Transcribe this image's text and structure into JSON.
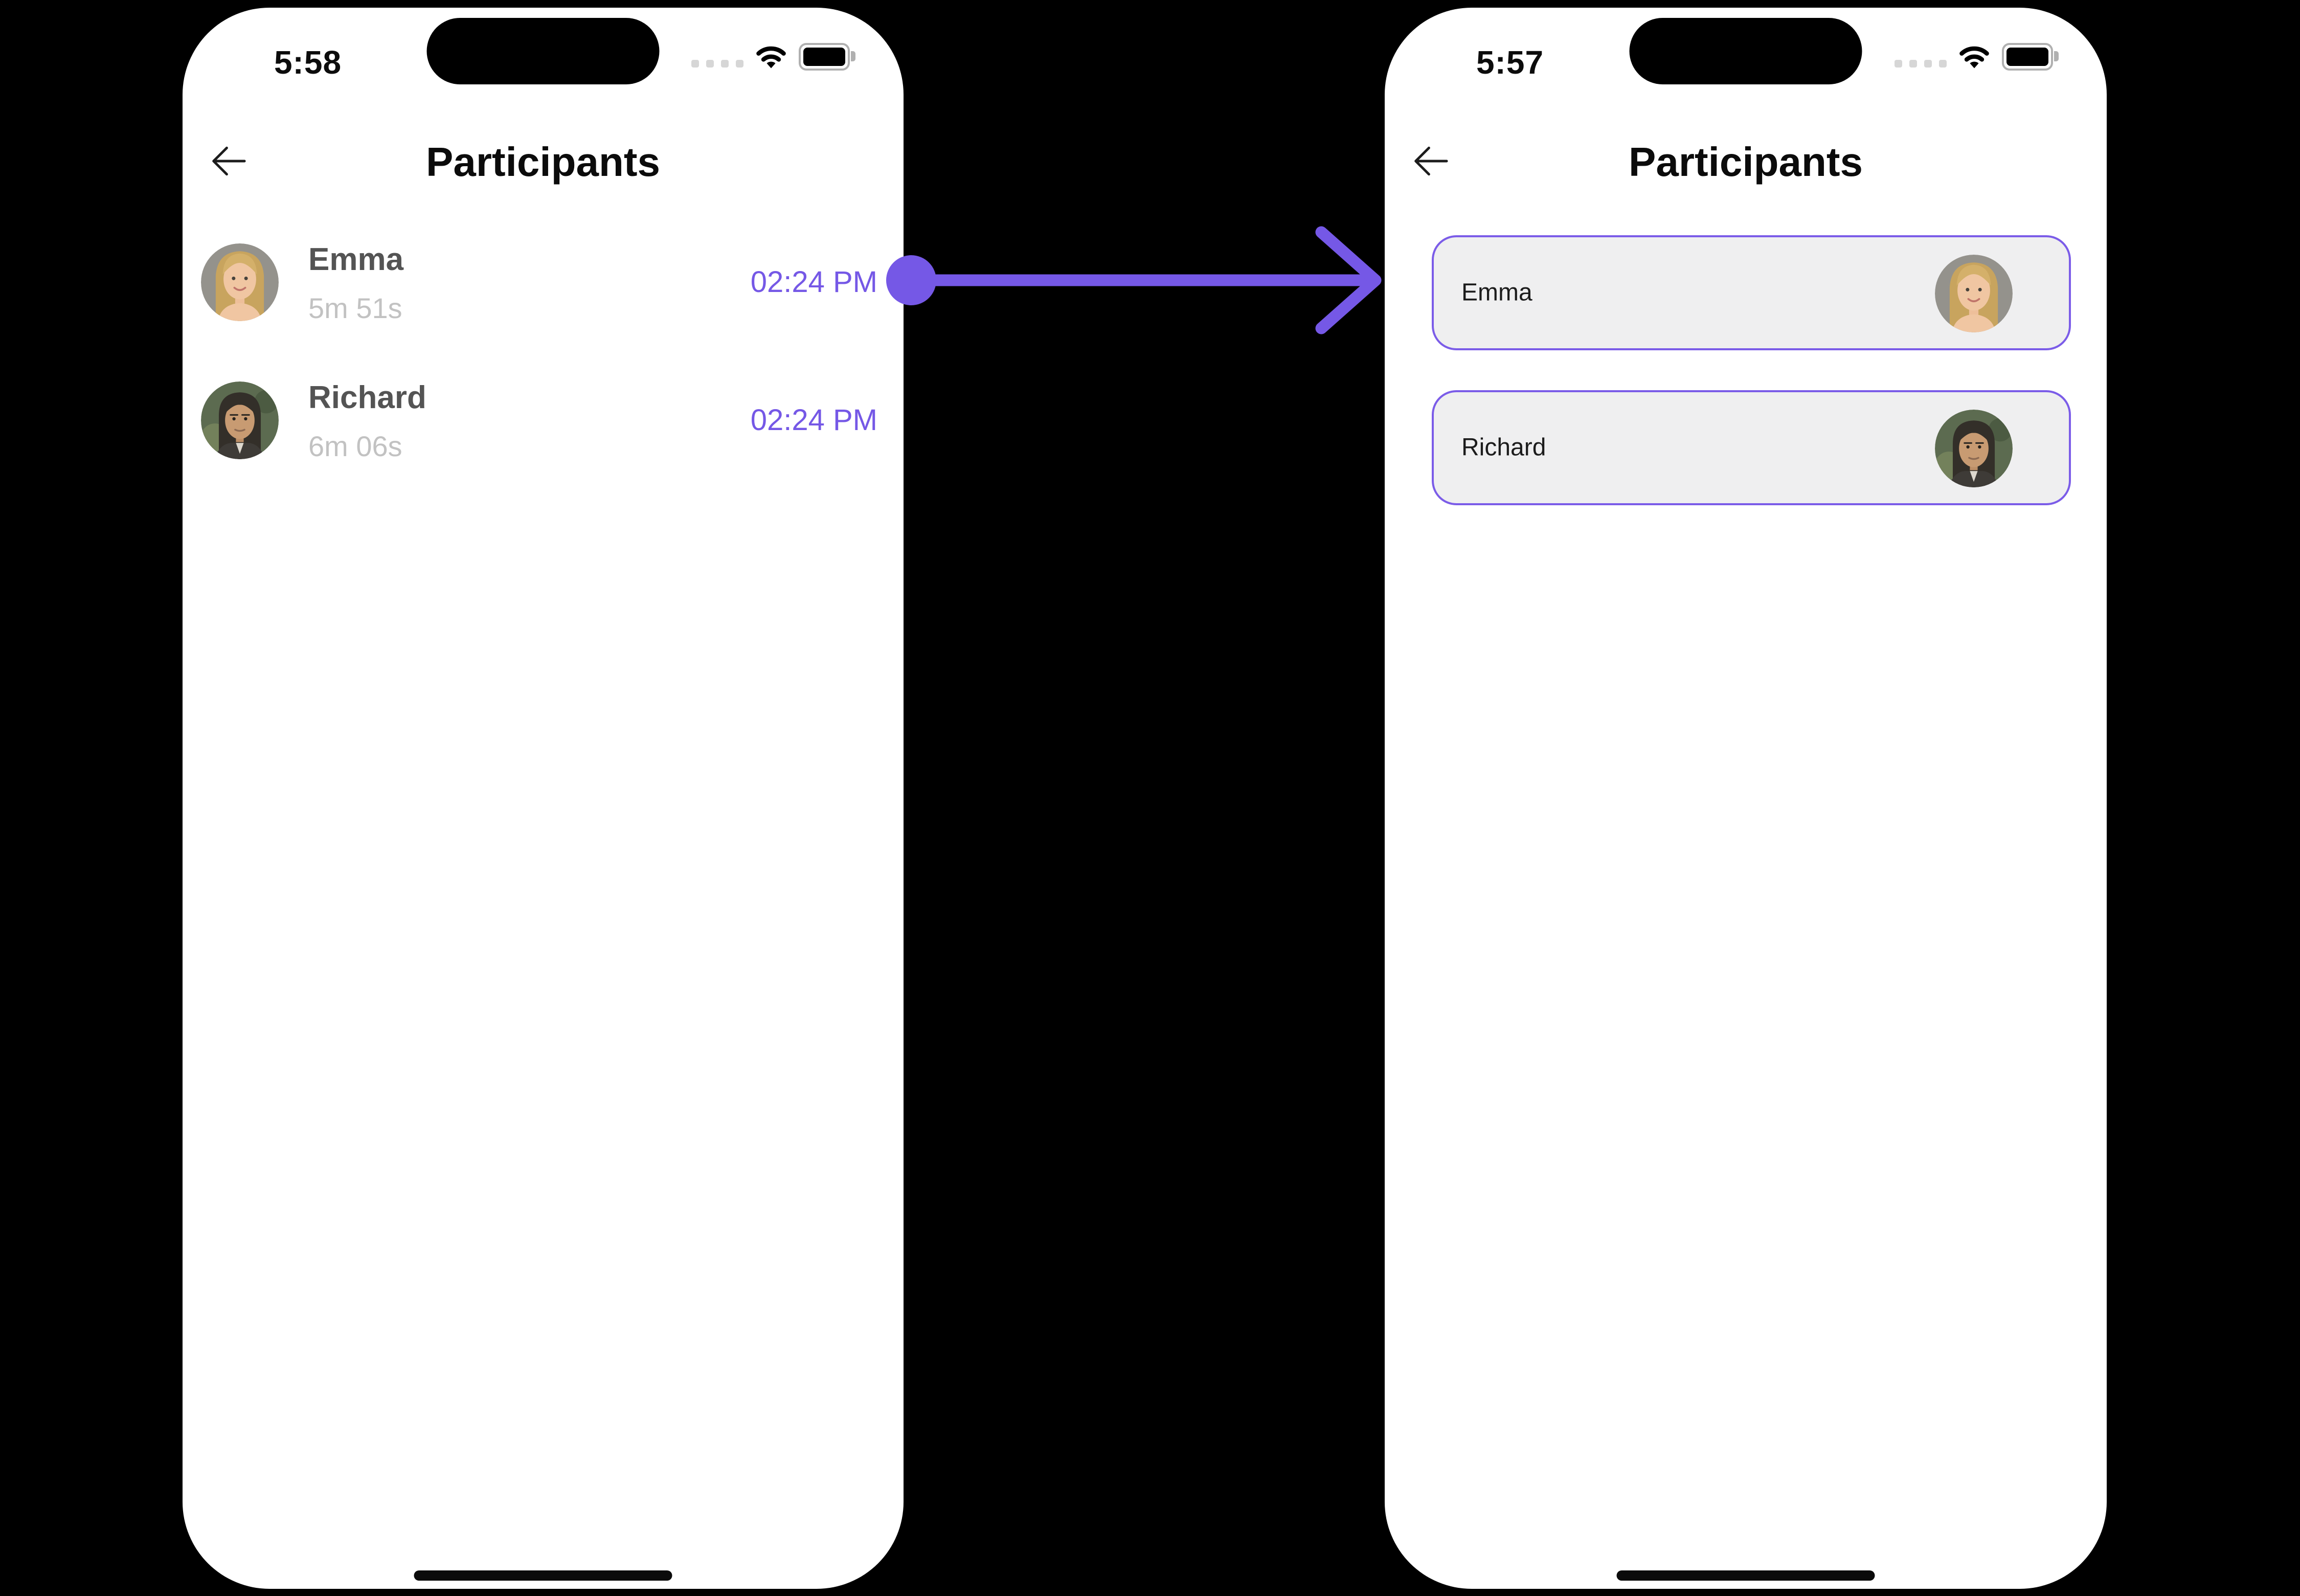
{
  "colors": {
    "accent_purple": "#7558E6",
    "card_border_purple": "#7B5CE8",
    "card_background": "#EFEFF0",
    "name_gray": "#545454",
    "duration_gray": "#C2C2C2"
  },
  "left_phone": {
    "status_time": "5:58",
    "title": "Participants",
    "rows": [
      {
        "name": "Emma",
        "duration": "5m 51s",
        "time": "02:24 PM"
      },
      {
        "name": "Richard",
        "duration": "6m 06s",
        "time": "02:24 PM"
      }
    ]
  },
  "right_phone": {
    "status_time": "5:57",
    "title": "Participants",
    "cards": [
      {
        "name": "Emma"
      },
      {
        "name": "Richard"
      }
    ]
  },
  "icons": {
    "back": "back-arrow",
    "wifi": "wifi",
    "battery": "battery-full",
    "cellular": "cellular-signal-dots",
    "connector": "purple-transition-arrow",
    "avatars": [
      "emma-avatar",
      "richard-avatar"
    ]
  }
}
